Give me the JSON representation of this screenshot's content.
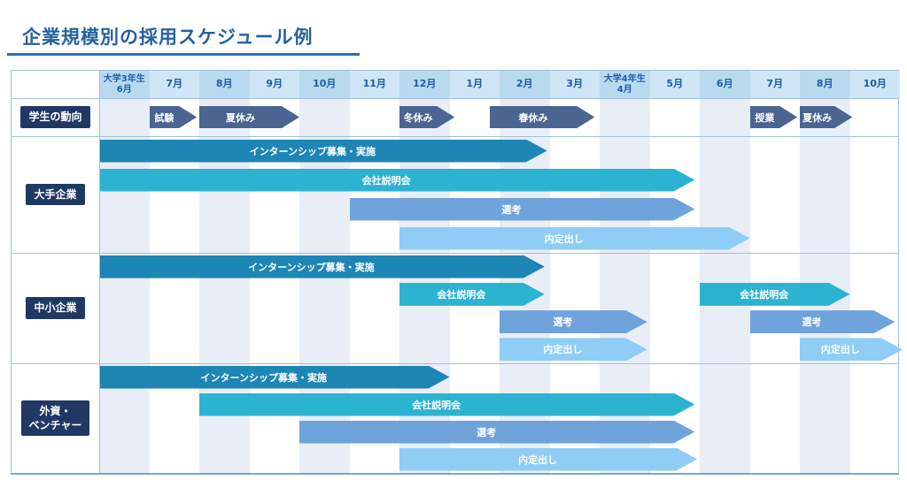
{
  "title": "企業規模別の採用スケジュール例",
  "header": {
    "months": [
      "大学3年生\n6月",
      "7月",
      "8月",
      "9月",
      "10月",
      "11月",
      "12月",
      "1月",
      "2月",
      "3月",
      "大学4年生\n4月",
      "5月",
      "6月",
      "7月",
      "8月",
      "10月"
    ]
  },
  "colors": {
    "internship": "#1d86b4",
    "seminar": "#2db3d2",
    "selection": "#6fa3db",
    "offer": "#8fcdf6",
    "student": "#4a6591",
    "label_box": "#1f3864",
    "header_dark": "#b9d9ef",
    "header_light": "#cfe6f7",
    "stripe": "#e9eef6",
    "title_text": "#26619f",
    "title_underline": "#2e6db4",
    "border": "#9cc0de",
    "header_text": "#1b5ea8"
  },
  "chart_data": {
    "type": "gantt",
    "title": "企業規模別の採用スケジュール例",
    "x_axis": [
      "大学3年生6月",
      "7月",
      "8月",
      "9月",
      "10月",
      "11月",
      "12月",
      "1月",
      "2月",
      "3月",
      "大学4年生4月",
      "5月",
      "6月",
      "7月",
      "8月",
      "10月"
    ],
    "unit_note": "start/end are month-column units; 0 = left edge of 大学3年生6月 column, 16 = right edge of 10月 column",
    "rows": [
      {
        "label": "学生の動向",
        "kind": "student",
        "bars": [
          {
            "label": "試験",
            "start": 1.0,
            "end": 1.95,
            "lane": 0,
            "color_key": "student"
          },
          {
            "label": "夏休み",
            "start": 2.0,
            "end": 4.0,
            "lane": 0,
            "color_key": "student"
          },
          {
            "label": "冬休み",
            "start": 6.0,
            "end": 7.1,
            "lane": 0,
            "color_key": "student"
          },
          {
            "label": "春休み",
            "start": 7.8,
            "end": 9.9,
            "lane": 0,
            "color_key": "student"
          },
          {
            "label": "授業",
            "start": 13.0,
            "end": 13.95,
            "lane": 0,
            "color_key": "student"
          },
          {
            "label": "夏休み",
            "start": 14.0,
            "end": 15.05,
            "lane": 0,
            "color_key": "student"
          }
        ]
      },
      {
        "label": "大手企業",
        "kind": "company",
        "bars": [
          {
            "label": "インターンシップ募集・実施",
            "start": 0,
            "end": 8.95,
            "lane": 0,
            "color_key": "internship"
          },
          {
            "label": "会社説明会",
            "start": 0,
            "end": 11.9,
            "lane": 1,
            "color_key": "seminar"
          },
          {
            "label": "選考",
            "start": 5.0,
            "end": 11.9,
            "lane": 2,
            "color_key": "selection"
          },
          {
            "label": "内定出し",
            "start": 6.0,
            "end": 13.0,
            "lane": 3,
            "color_key": "offer"
          }
        ]
      },
      {
        "label": "中小企業",
        "kind": "company",
        "bars": [
          {
            "label": "インターンシップ募集・実施",
            "start": 0,
            "end": 8.9,
            "lane": 0,
            "color_key": "internship"
          },
          {
            "label": "会社説明会",
            "start": 6.0,
            "end": 8.9,
            "lane": 1,
            "color_key": "seminar"
          },
          {
            "label": "選考",
            "start": 8.0,
            "end": 10.95,
            "lane": 2,
            "color_key": "selection"
          },
          {
            "label": "内定出し",
            "start": 8.0,
            "end": 10.95,
            "lane": 3,
            "color_key": "offer"
          },
          {
            "label": "会社説明会",
            "start": 12.0,
            "end": 15.0,
            "lane": 1,
            "color_key": "seminar"
          },
          {
            "label": "選考",
            "start": 13.0,
            "end": 15.9,
            "lane": 2,
            "color_key": "selection"
          },
          {
            "label": "内定出し",
            "start": 14.0,
            "end": 16.05,
            "lane": 3,
            "color_key": "offer"
          }
        ]
      },
      {
        "label": "外資・\nベンチャー",
        "kind": "company",
        "bars": [
          {
            "label": "インターンシップ募集・実施",
            "start": 0,
            "end": 7.0,
            "lane": 0,
            "color_key": "internship"
          },
          {
            "label": "会社説明会",
            "start": 2.0,
            "end": 11.9,
            "lane": 1,
            "color_key": "seminar"
          },
          {
            "label": "選考",
            "start": 4.0,
            "end": 11.9,
            "lane": 2,
            "color_key": "selection"
          },
          {
            "label": "内定出し",
            "start": 6.0,
            "end": 11.95,
            "lane": 3,
            "color_key": "offer"
          }
        ]
      }
    ]
  }
}
